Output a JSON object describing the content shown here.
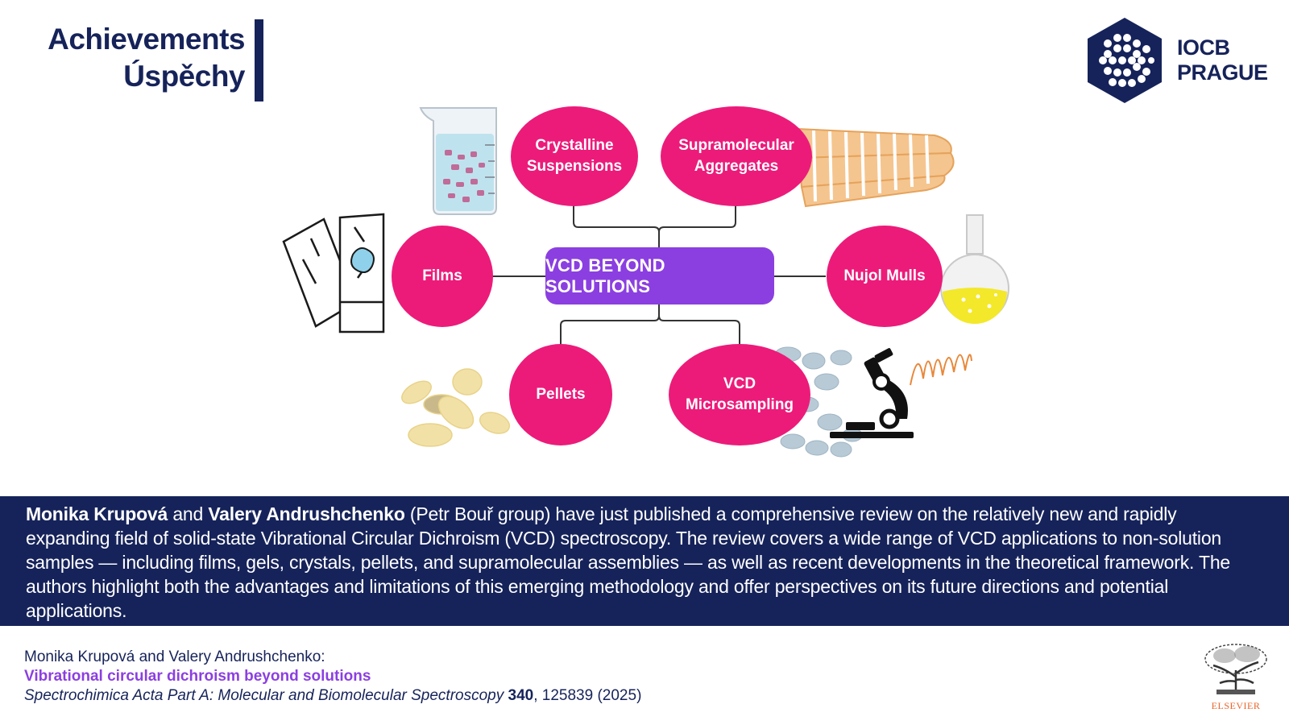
{
  "header": {
    "title_line1": "Achievements",
    "title_line2": "Úspěchy"
  },
  "logo": {
    "line1": "IOCB",
    "line2": "PRAGUE"
  },
  "diagram": {
    "center": "VCD BEYOND SOLUTIONS",
    "nodes": {
      "crystalline": [
        "Crystalline",
        "Suspensions"
      ],
      "supramolecular": [
        "Supramolecular",
        "Aggregates"
      ],
      "films": [
        "Films"
      ],
      "nujol": [
        "Nujol Mulls"
      ],
      "pellets": [
        "Pellets"
      ],
      "microsampling": [
        "VCD",
        "Microsampling"
      ]
    },
    "colors": {
      "node": "#ec1b7a",
      "center": "#8b3fe0",
      "navy": "#16235a"
    }
  },
  "summary": {
    "author1": "Monika Krupová",
    "and": "and",
    "author2": "Valery Andrushchenko",
    "text": "(Petr Bouř group) have just published a comprehensive review on the relatively new and rapidly expanding field of solid-state Vibrational Circular Dichroism (VCD) spectroscopy. The review covers a wide range of VCD applications to non-solution samples — including films, gels, crystals, pellets, and supramolecular assemblies — as well as recent developments in the theoretical framework. The authors highlight both the advantages and limitations of this emerging methodology and offer perspectives on its future directions and potential applications."
  },
  "citation": {
    "authors": "Monika Krupová and Valery Andrushchenko:",
    "title": "Vibrational circular dichroism beyond solutions",
    "journal": "Spectrochimica Acta Part A: Molecular and Biomolecular Spectroscopy",
    "volume": "340",
    "details": ", 125839 (2025)"
  },
  "publisher": {
    "name": "ELSEVIER"
  }
}
